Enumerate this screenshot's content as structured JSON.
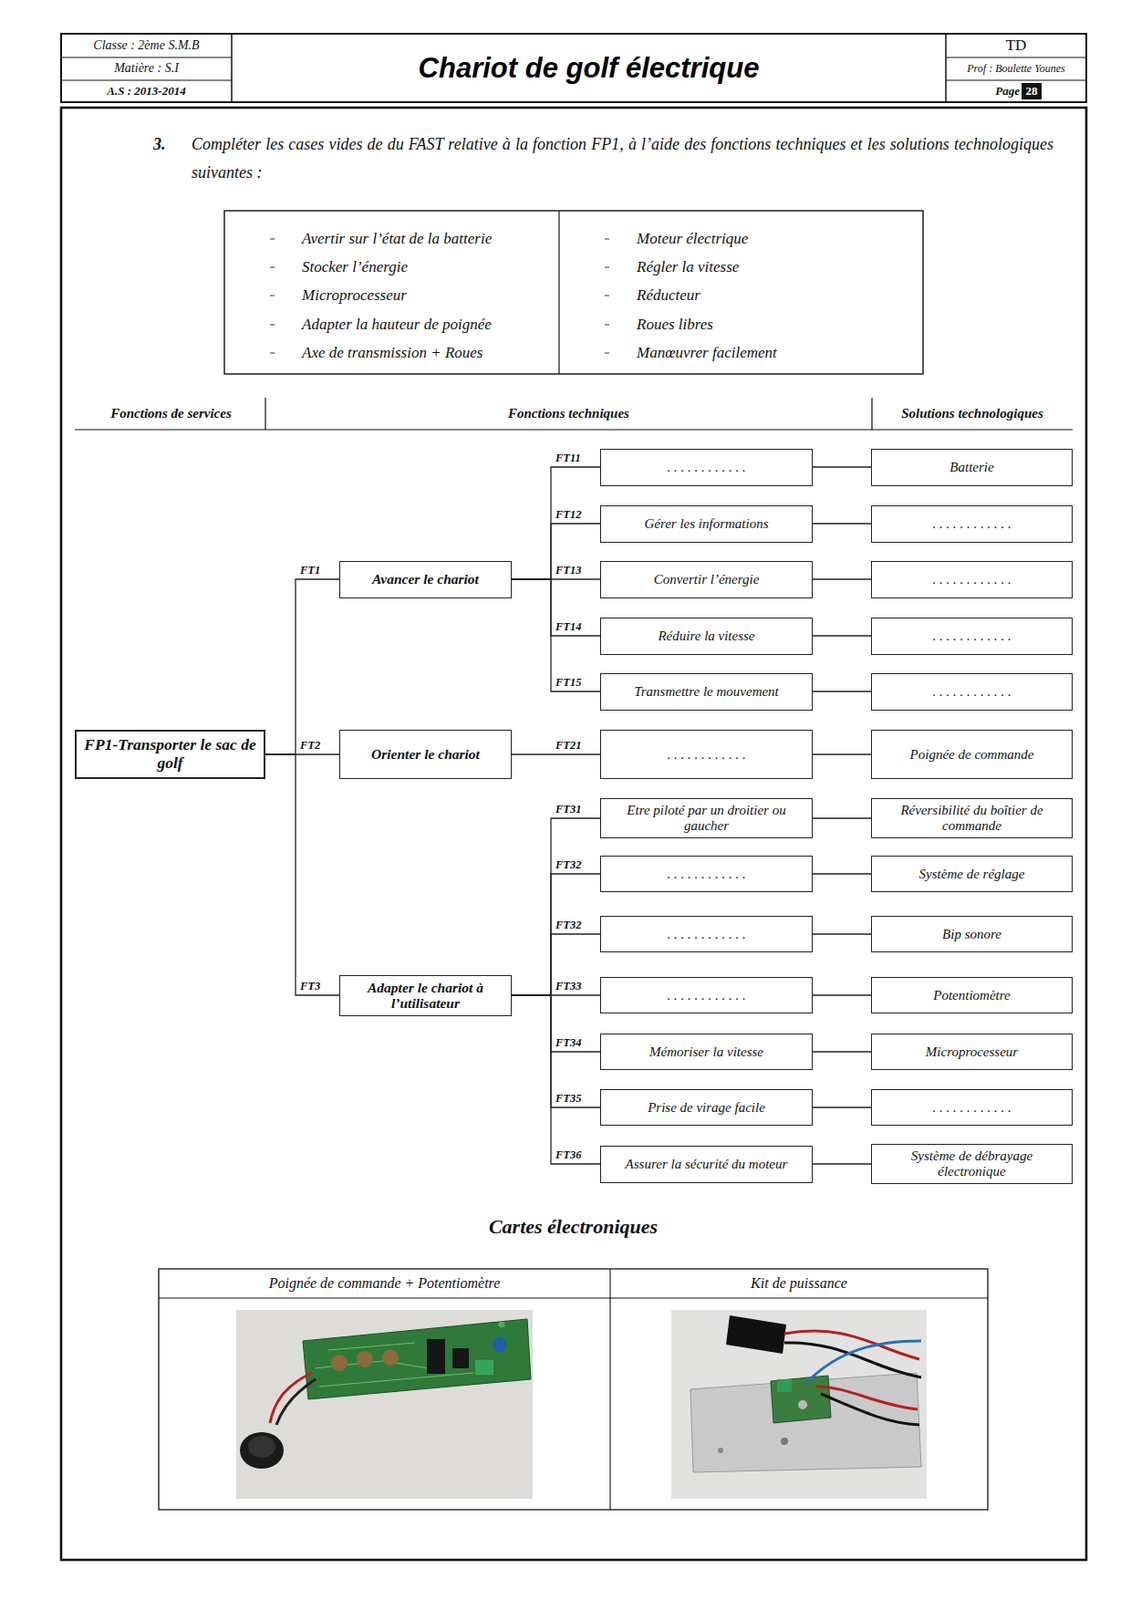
{
  "diagram": {
    "title": "Chariot de golf électrique",
    "nodes": [
      {
        "text": [
          "FP1-Transporter le sac de golf"
        ]
      },
      {
        "text": [
          "Avancer le chariot"
        ]
      },
      {
        "text": [
          "Orienter le chariot"
        ]
      },
      {
        "text": [
          "Adapter le chariot à l’utilisateur"
        ]
      },
      {
        "text": [
          ". . . . . . . . . . . ."
        ]
      },
      {
        "text": [
          "Batterie"
        ]
      },
      {
        "text": [
          "Gérer les informations"
        ]
      },
      {
        "text": [
          ". . . . . . . . . . . ."
        ]
      },
      {
        "text": [
          "Convertir l’énergie"
        ]
      },
      {
        "text": [
          ". . . . . . . . . . . ."
        ]
      },
      {
        "text": [
          "Réduire la vitesse"
        ]
      },
      {
        "text": [
          ". . . . . . . . . . . ."
        ]
      },
      {
        "text": [
          "Transmettre le mouvement"
        ]
      },
      {
        "text": [
          ". . . . . . . . . . . ."
        ]
      },
      {
        "text": [
          ". . . . . . . . . . . ."
        ]
      },
      {
        "text": [
          "Poignée de commande"
        ]
      },
      {
        "text": [
          "Etre piloté par un droitier ou gaucher"
        ]
      },
      {
        "text": [
          "Réversibilité du boîtier de commande"
        ]
      },
      {
        "text": [
          ". . . . . . . . . . . ."
        ]
      },
      {
        "text": [
          "Système de réglage"
        ]
      },
      {
        "text": [
          ". . . . . . . . . . . ."
        ]
      },
      {
        "text": [
          "Bip sonore"
        ]
      },
      {
        "text": [
          ". . . . . . . . . . . ."
        ]
      },
      {
        "text": [
          "Potentiomètre"
        ]
      },
      {
        "text": [
          "Mémoriser la vitesse"
        ]
      },
      {
        "text": [
          "Microprocesseur"
        ]
      },
      {
        "text": [
          "Prise de virage facile"
        ]
      },
      {
        "text": [
          ". . . . . . . . . . . ."
        ]
      },
      {
        "text": [
          "Assurer la sécurité du moteur"
        ]
      },
      {
        "text": [
          "Système de débrayage électronique"
        ]
      }
    ],
    "edges": [
      {
        "from": 0,
        "to": 1,
        "arrow": "none",
        "label": "FT1"
      },
      {
        "from": 0,
        "to": 2,
        "arrow": "none",
        "label": "FT2"
      },
      {
        "from": 0,
        "to": 3,
        "arrow": "none",
        "label": "FT3"
      },
      {
        "from": 1,
        "to": 4,
        "arrow": "none",
        "label": "FT11"
      },
      {
        "from": 1,
        "to": 6,
        "arrow": "none",
        "label": "FT12"
      },
      {
        "from": 1,
        "to": 8,
        "arrow": "none",
        "label": "FT13"
      },
      {
        "from": 1,
        "to": 10,
        "arrow": "none",
        "label": "FT14"
      },
      {
        "from": 1,
        "to": 12,
        "arrow": "none",
        "label": "FT15"
      },
      {
        "from": 2,
        "to": 14,
        "arrow": "none",
        "label": "FT21"
      },
      {
        "from": 3,
        "to": 16,
        "arrow": "none",
        "label": "FT31"
      },
      {
        "from": 3,
        "to": 18,
        "arrow": "none",
        "label": "FT32"
      },
      {
        "from": 3,
        "to": 20,
        "arrow": "none",
        "label": "FT32"
      },
      {
        "from": 3,
        "to": 22,
        "arrow": "none",
        "label": "FT33"
      },
      {
        "from": 3,
        "to": 24,
        "arrow": "none",
        "label": "FT34"
      },
      {
        "from": 3,
        "to": 26,
        "arrow": "none",
        "label": "FT35"
      },
      {
        "from": 3,
        "to": 28,
        "arrow": "none",
        "label": "FT36"
      },
      {
        "from": 4,
        "to": 5,
        "arrow": "none"
      },
      {
        "from": 6,
        "to": 7,
        "arrow": "none"
      },
      {
        "from": 8,
        "to": 9,
        "arrow": "none"
      },
      {
        "from": 10,
        "to": 11,
        "arrow": "none"
      },
      {
        "from": 12,
        "to": 13,
        "arrow": "none"
      },
      {
        "from": 14,
        "to": 15,
        "arrow": "none"
      },
      {
        "from": 16,
        "to": 17,
        "arrow": "none"
      },
      {
        "from": 18,
        "to": 19,
        "arrow": "none"
      },
      {
        "from": 20,
        "to": 21,
        "arrow": "none"
      },
      {
        "from": 22,
        "to": 23,
        "arrow": "none"
      },
      {
        "from": 24,
        "to": 25,
        "arrow": "none"
      },
      {
        "from": 26,
        "to": 27,
        "arrow": "none"
      },
      {
        "from": 28,
        "to": 29,
        "arrow": "none"
      }
    ],
    "labels": [
      "Classe : 2ème S.M.B",
      "Matière : S.I",
      "A.S : 2013-2014",
      "TD",
      "Prof : Boulette Younes",
      "Page",
      "28",
      "3.",
      "Compléter les cases vides de du FAST relative à la fonction FP1, à l’aide des fonctions techniques et les solutions technologiques suivantes :",
      "Avertir sur l’état de la batterie",
      "Stocker l’énergie",
      "Microprocesseur",
      "Adapter la hauteur de poignée",
      "Axe de transmission + Roues",
      "Moteur électrique",
      "Régler la vitesse",
      "Réducteur",
      "Roues libres",
      "Manœuvrer facilement",
      "Fonctions de services",
      "Fonctions techniques",
      "Solutions technologiques",
      "Cartes électroniques",
      "Poignée de commande + Potentiomètre",
      "Kit de puissance"
    ]
  }
}
